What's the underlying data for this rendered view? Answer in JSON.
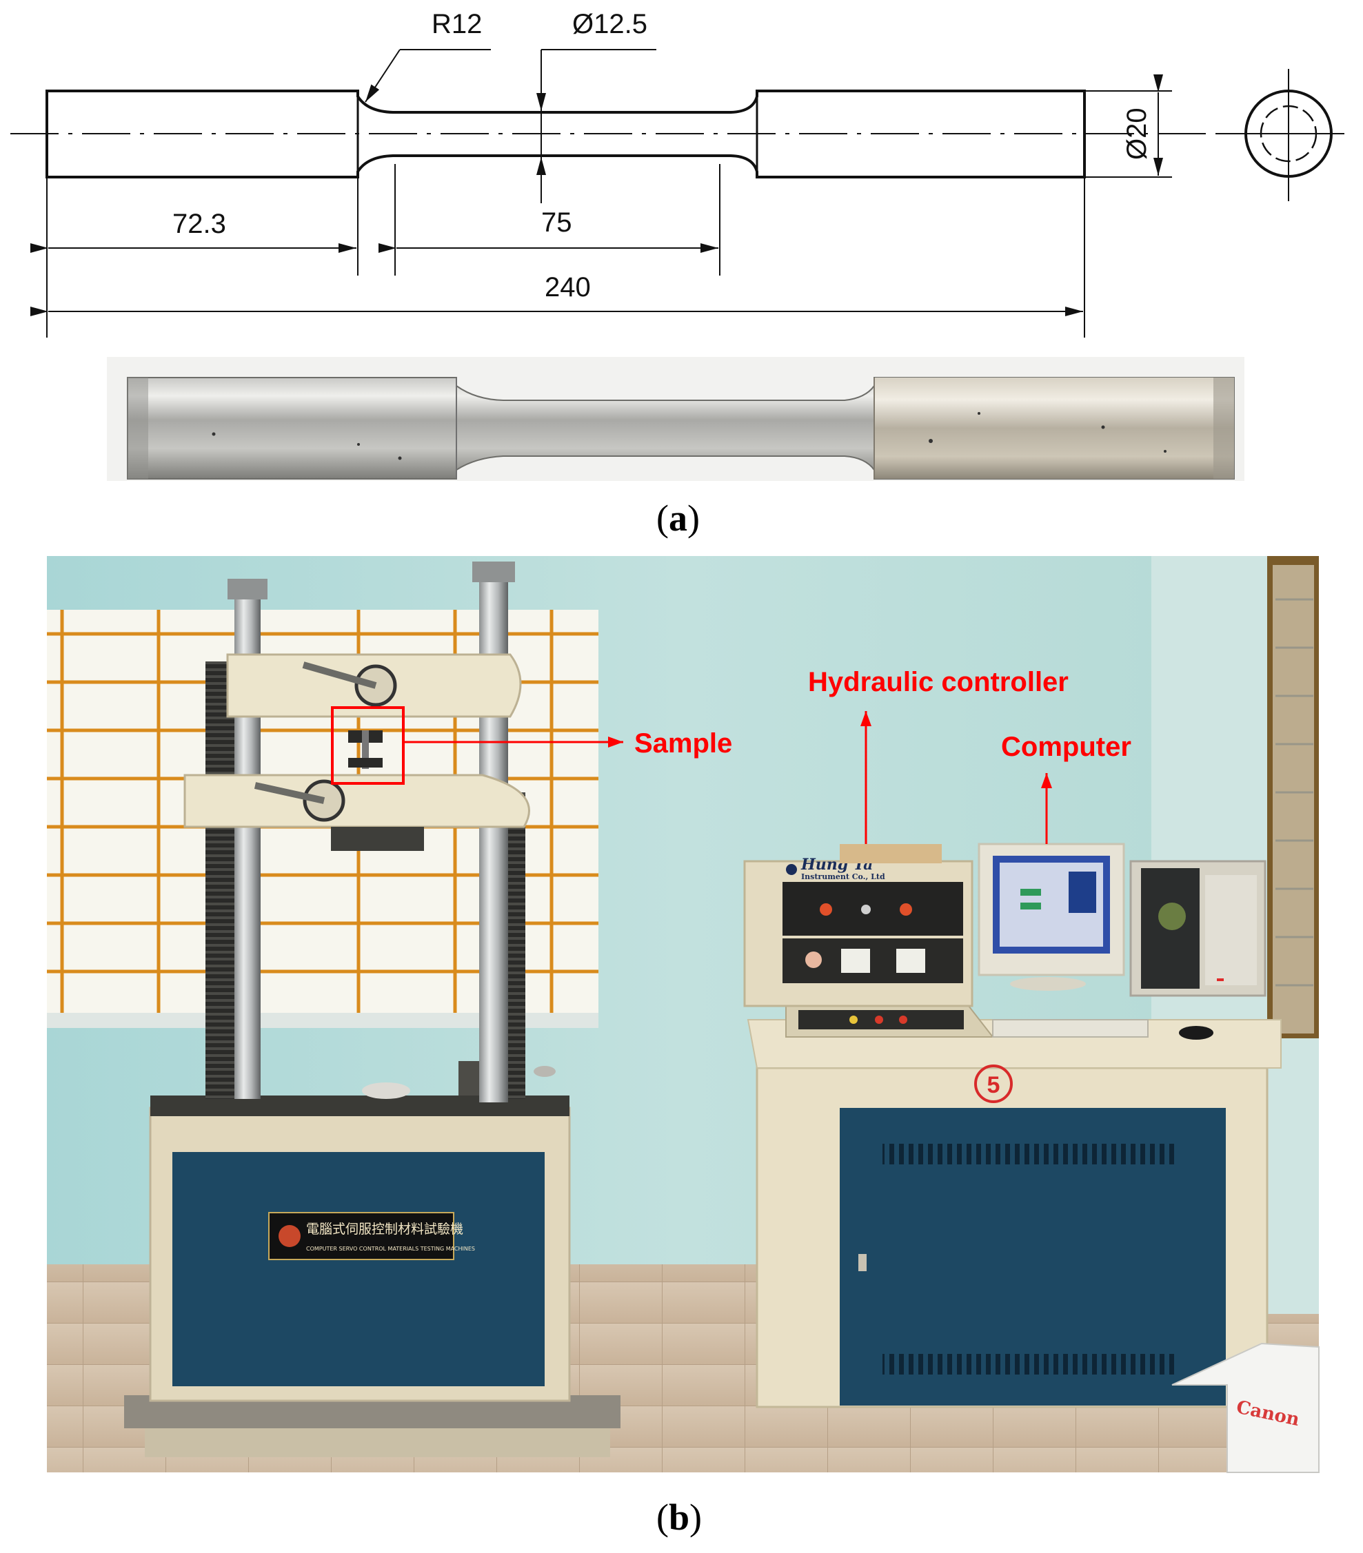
{
  "panel_a": {
    "caption": "a",
    "dimensions": {
      "fillet_radius": "R12",
      "gauge_diameter": "Ø12.5",
      "grip_diameter": "Ø20",
      "grip_length": "72.3",
      "gauge_length": "75",
      "total_length": "240"
    }
  },
  "panel_b": {
    "caption": "b",
    "annotations": {
      "sample": "Sample",
      "hydraulic_controller": "Hydraulic controller",
      "computer": "Computer"
    },
    "machine_label_cn": "電腦式伺服控制材料試驗機",
    "machine_label_en": "COMPUTER SERVO CONTROL MATERIALS TESTING MACHINES",
    "controller_brand": "Hung Ta",
    "controller_brand_sub": "Instrument Co., Ltd",
    "station_number": "5",
    "box_brand": "Canon"
  },
  "colors": {
    "drawing_line": "#111111",
    "annotation_red": "#ff0000",
    "wall": "#b7dcd9",
    "machine_cream": "#e9e0c6",
    "machine_blue": "#1d4863"
  }
}
